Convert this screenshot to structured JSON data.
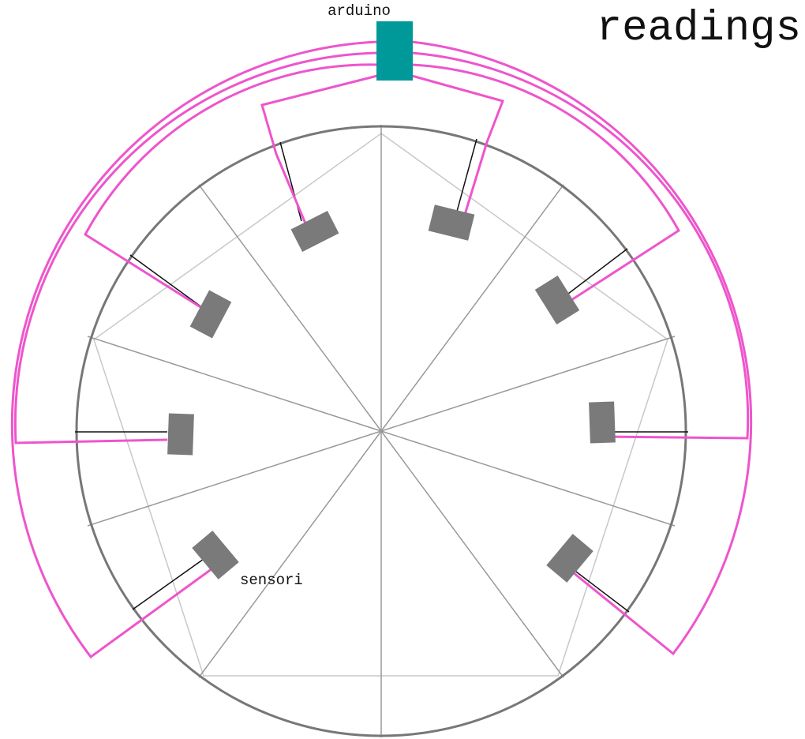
{
  "title": "readings",
  "labels": {
    "controller": "arduino",
    "sensors": "sensori"
  },
  "sensor_count": 8,
  "colors": {
    "wire": "#ee55cc",
    "controller": "#009999",
    "sensor": "#7a7a7a",
    "outline": "#777777",
    "spoke": "#999999",
    "pentagon": "#c8c8c8",
    "lead": "#111111"
  }
}
